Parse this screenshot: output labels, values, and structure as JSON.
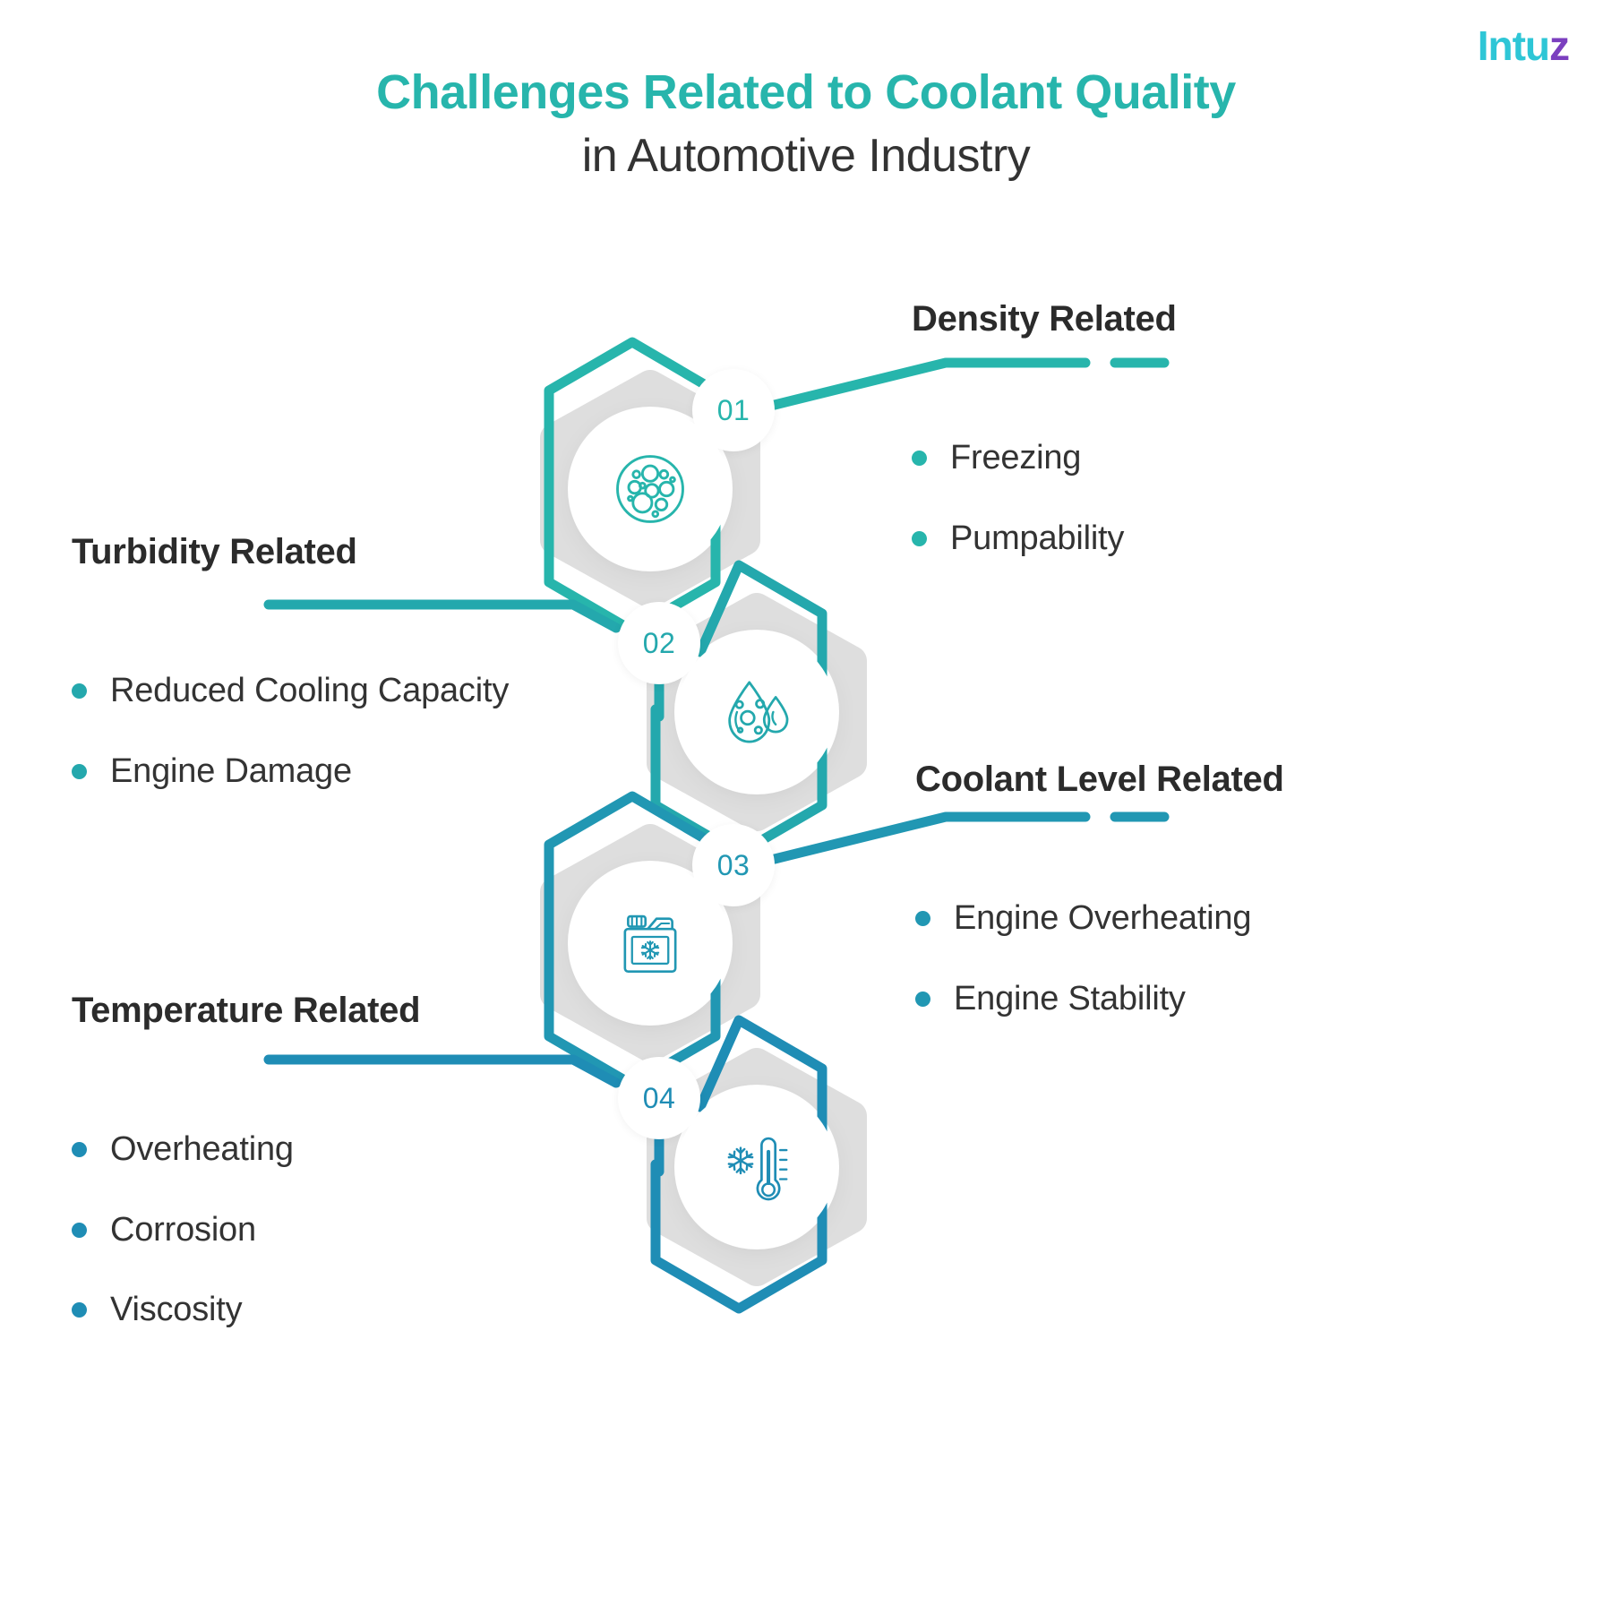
{
  "logo": {
    "part_a": "Intu",
    "part_z": "z"
  },
  "header": {
    "title_line1": "Challenges Related to Coolant Quality",
    "title_line2": "in Automotive Industry"
  },
  "colors": {
    "teal_1": "#27b5ac",
    "teal_2": "#24a8ad",
    "teal_3": "#2197b3",
    "teal_4": "#1f8db5",
    "hex_fill": "#dedede",
    "disc": "#ffffff",
    "heading": "#2b2b2b",
    "body": "#333333",
    "title_accent": "#27b5ac"
  },
  "nodes": [
    {
      "number": "01",
      "icon": "bubbles-particles-icon",
      "color": "#27b5ac"
    },
    {
      "number": "02",
      "icon": "water-droplets-icon",
      "color": "#24a8ad"
    },
    {
      "number": "03",
      "icon": "coolant-jug-icon",
      "color": "#2197b3"
    },
    {
      "number": "04",
      "icon": "thermometer-snowflake-icon",
      "color": "#1f8db5"
    }
  ],
  "sections": [
    {
      "id": "density",
      "heading": "Density Related",
      "side": "right",
      "color": "#27b5ac",
      "items": [
        "Freezing",
        "Pumpability"
      ]
    },
    {
      "id": "turbidity",
      "heading": "Turbidity Related",
      "side": "left",
      "color": "#24a8ad",
      "items": [
        "Reduced Cooling Capacity",
        "Engine Damage"
      ]
    },
    {
      "id": "level",
      "heading": "Coolant Level Related",
      "side": "right",
      "color": "#2197b3",
      "items": [
        "Engine Overheating",
        "Engine Stability"
      ]
    },
    {
      "id": "temperature",
      "heading": "Temperature Related",
      "side": "left",
      "color": "#1f8db5",
      "items": [
        "Overheating",
        "Corrosion",
        "Viscosity"
      ]
    }
  ]
}
